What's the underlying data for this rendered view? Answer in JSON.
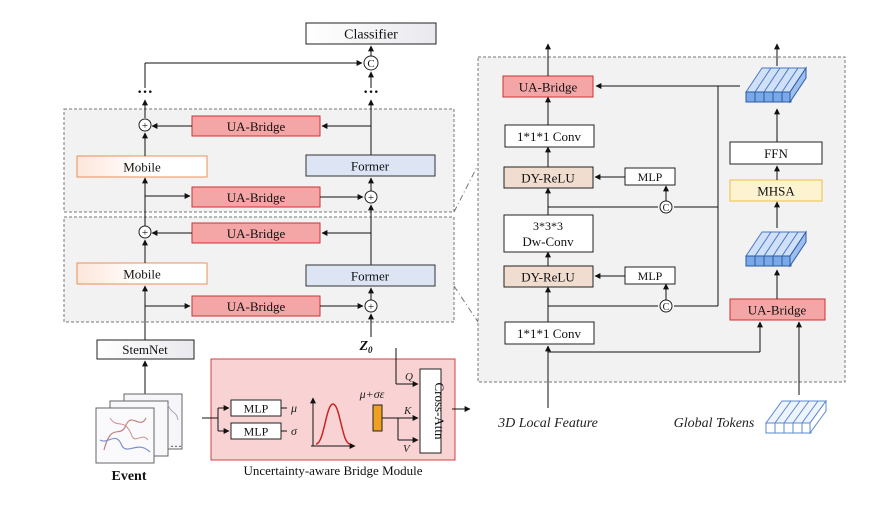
{
  "left": {
    "classifier": "Classifier",
    "concat_symbol": "C",
    "plus_symbol": "+",
    "dots": "···",
    "upper_stage": {
      "ua_bridge_top": "UA-Bridge",
      "mobile": "Mobile",
      "former": "Former",
      "ua_bridge_bottom": "UA-Bridge"
    },
    "lower_stage": {
      "ua_bridge_top": "UA-Bridge",
      "mobile": "Mobile",
      "former": "Former",
      "ua_bridge_bottom": "UA-Bridge"
    },
    "stemnet": "StemNet",
    "z0": "Z",
    "z0_sub": "0",
    "event": "Event"
  },
  "bridge_module": {
    "caption": "Uncertainty-aware Bridge Module",
    "mlp_mu": "MLP",
    "mlp_sigma": "MLP",
    "mu": "μ",
    "sigma": "σ",
    "sample": "μ+σε",
    "q": "Q",
    "k": "K",
    "v": "V",
    "cross_attn": "Cross-Attn"
  },
  "right": {
    "ua_bridge_top": "UA-Bridge",
    "conv_top": "1*1*1 Conv",
    "dy_relu_top": "DY-ReLU",
    "mlp_top": "MLP",
    "dw_conv_line1": "3*3*3",
    "dw_conv_line2": "Dw-Conv",
    "dy_relu_bottom": "DY-ReLU",
    "mlp_bottom": "MLP",
    "conv_bottom": "1*1*1 Conv",
    "local_feature": "3D Local Feature",
    "ffn": "FFN",
    "mhsa": "MHSA",
    "ua_bridge_right": "UA-Bridge",
    "global_tokens": "Global Tokens"
  },
  "colors": {
    "bridge_fill": "#f4a6a6",
    "bridge_stroke": "#cc3333",
    "former_fill": "#dde4f4",
    "mobile_stroke": "#e8905a",
    "dy_relu_fill": "#f0ddd0",
    "mhsa_stroke": "#f0c040",
    "token_fill": "#7aa8e8",
    "panel_fill": "#f2f2f2",
    "module_fill": "#f9d3d3",
    "module_stroke": "#d04040",
    "gaussian": "#cc2222",
    "epsilon_bar": "#f0a020"
  }
}
